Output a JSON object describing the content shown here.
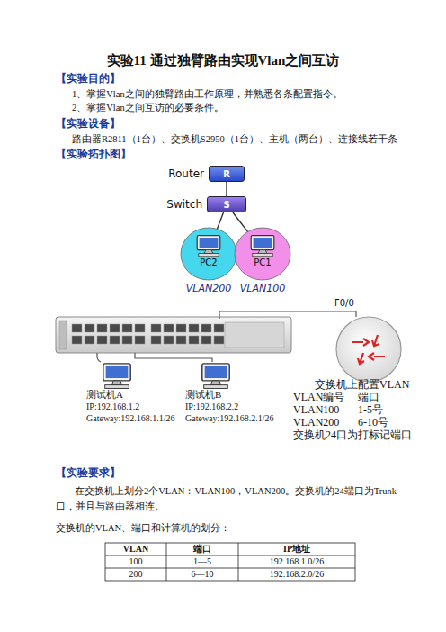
{
  "diagram": {
    "title": "实验11 通过独臂路由实现Vlan之间互访",
    "nodes": [
      {
        "text": [
          "Router",
          "R"
        ]
      },
      {
        "text": [
          "Switch",
          "S"
        ]
      },
      {
        "text": [
          "VLAN200"
        ]
      },
      {
        "text": [
          "PC2"
        ],
        "in": 2
      },
      {
        "text": [
          "VLAN100"
        ]
      },
      {
        "text": [
          "PC1"
        ],
        "in": 4
      },
      {
        "text": [
          "测试机A",
          "IP:192.168.1.2",
          "Gateway:192.168.1.1/26"
        ]
      },
      {
        "text": [
          "测试机B",
          "IP:192.168.2.2",
          "Gateway:192.168.2.1/26"
        ]
      }
    ],
    "edges": [
      {
        "from": 0,
        "to": 1,
        "arrow": "none"
      },
      {
        "from": 1,
        "to": 3,
        "arrow": "none"
      },
      {
        "from": 1,
        "to": 5,
        "arrow": "none"
      }
    ],
    "labels": [
      "【实验目的】",
      "1、掌握Vlan之间的独臂路由工作原理，并熟悉各条配置指令。",
      "2、掌握Vlan之间互访的必要条件。",
      "【实验设备】",
      "路由器R2811（1台）、交换机S2950（1台）、主机（两台）、连接线若干条",
      "【实验拓扑图】",
      "交换机上配置VLAN",
      "VLAN编号",
      "端口",
      "VLAN100",
      "1-5号",
      "VLAN200",
      "6-10号",
      "交换机24口为打标记端口",
      "【实验要求】",
      "在交换机上划分2个VLAN：VLAN100，VLAN200。交换机的24端口为Trunk 口，并且与路由器相连。",
      "交换机的VLAN、端口和计算机的划分：",
      "VLAN",
      "端口",
      "IP地址",
      "100",
      "1—5",
      "192.168.1.0/26",
      "200",
      "6—10",
      "192.168.2.0/26",
      "F0/0"
    ]
  }
}
